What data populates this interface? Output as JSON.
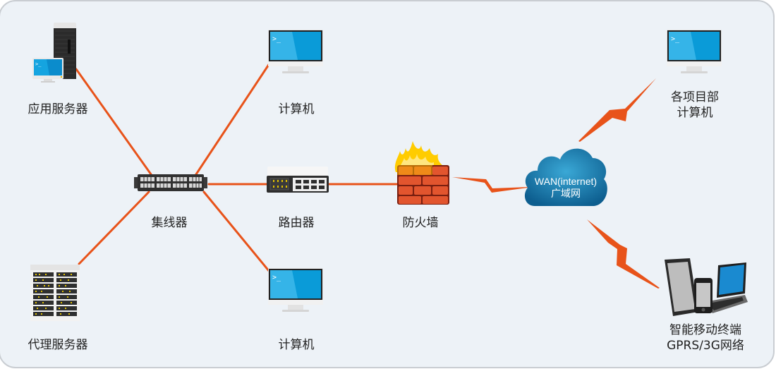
{
  "diagram": {
    "title": "",
    "accent_color": "#e8531a",
    "background_color": "#edf2f7",
    "nodes": [
      {
        "id": "app-server",
        "icon": "server-with-monitor-icon",
        "label": "应用服务器"
      },
      {
        "id": "proxy-server",
        "icon": "server-rack-icon",
        "label": "代理服务器"
      },
      {
        "id": "hub",
        "icon": "network-hub-icon",
        "label": "集线器"
      },
      {
        "id": "computer-top",
        "icon": "desktop-computer-icon",
        "label": "计算机"
      },
      {
        "id": "computer-bottom",
        "icon": "desktop-computer-icon",
        "label": "计算机"
      },
      {
        "id": "router",
        "icon": "router-icon",
        "label": "路由器"
      },
      {
        "id": "firewall",
        "icon": "firewall-icon",
        "label": "防火墙"
      },
      {
        "id": "wan",
        "icon": "cloud-icon",
        "label_line1": "WAN(internet)",
        "label_line2": "广域网"
      },
      {
        "id": "project-computers",
        "icon": "desktop-computer-icon",
        "label_line1": "各项目部",
        "label_line2": "计算机"
      },
      {
        "id": "mobile",
        "icon": "mobile-devices-icon",
        "label_line1": "智能移动终端",
        "label_line2": "GPRS/3G网络"
      }
    ],
    "edges": [
      {
        "from": "hub",
        "to": "app-server",
        "type": "wired"
      },
      {
        "from": "hub",
        "to": "proxy-server",
        "type": "wired"
      },
      {
        "from": "hub",
        "to": "computer-top",
        "type": "wired"
      },
      {
        "from": "hub",
        "to": "computer-bottom",
        "type": "wired"
      },
      {
        "from": "hub",
        "to": "router",
        "type": "wired"
      },
      {
        "from": "router",
        "to": "firewall",
        "type": "wired"
      },
      {
        "from": "firewall",
        "to": "wan",
        "type": "wireless"
      },
      {
        "from": "wan",
        "to": "project-computers",
        "type": "wireless"
      },
      {
        "from": "wan",
        "to": "mobile",
        "type": "wireless"
      }
    ]
  }
}
